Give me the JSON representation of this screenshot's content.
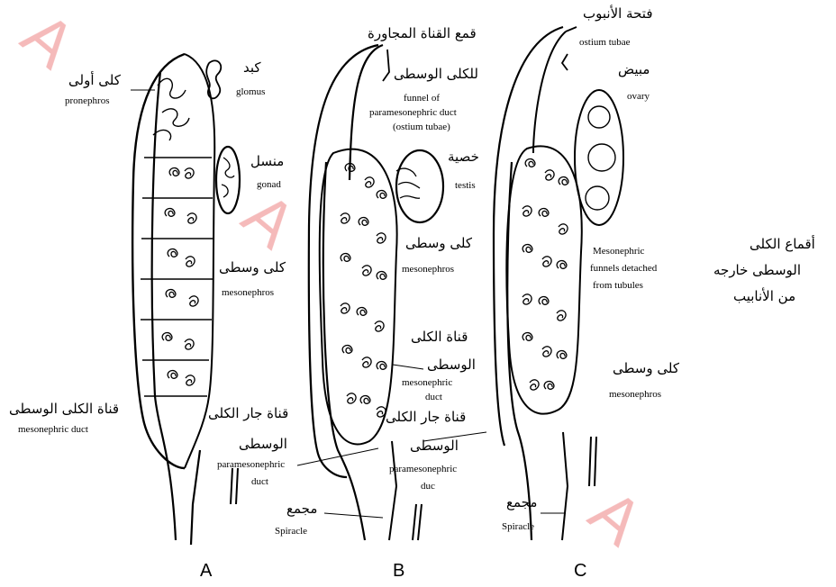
{
  "colors": {
    "ink": "#000000",
    "watermark": "#e23a3a",
    "paper": "#ffffff"
  },
  "watermark": {
    "text": "A"
  },
  "panels": [
    "A",
    "B",
    "C"
  ],
  "panel_a": {
    "pronephros_ar": "كلى أولى",
    "pronephros_en": "pronephros",
    "glomus_ar": "كبد",
    "glomus_en": "glomus",
    "gonad_ar": "منسل",
    "gonad_en": "gonad",
    "mesonephros_ar": "كلى وسطى",
    "mesonephros_en": "mesonephros",
    "duct_ar": "قناة الكلى الوسطى",
    "duct_en": "mesonephric duct"
  },
  "panel_b": {
    "funnel_ar_1": "قمع القناة المجاورة",
    "funnel_ar_2": "للكلى الوسطى",
    "funnel_en_1": "funnel of",
    "funnel_en_2": "paramesonephric duct",
    "funnel_en_3": "(ostium tubae)",
    "testis_ar": "خصية",
    "testis_en": "testis",
    "mesonephros_ar": "كلى وسطى",
    "mesonephros_en": "mesonephros",
    "meso_duct_ar_1": "قناة الكلى",
    "meso_duct_ar_2": "الوسطى",
    "meso_duct_en_1": "mesonephric",
    "meso_duct_en_2": "duct",
    "parameso_ar_1": "قناة جار الكلى",
    "parameso_ar_2": "الوسطى",
    "parameso_en_1": "paramesonephric",
    "parameso_en_2": "duct",
    "spiracle_ar": "مجمع",
    "spiracle_en": "Spiracle"
  },
  "panel_c": {
    "ostium_ar": "فتحة الأنبوب",
    "ostium_en": "ostium tubae",
    "ovary_ar": "مبيض",
    "ovary_en": "ovary",
    "funnels_en_1": "Mesonephric",
    "funnels_en_2": "funnels detached",
    "funnels_en_3": "from tubules",
    "funnels_ar_1": "أقماع الكلى",
    "funnels_ar_2": "الوسطى خارجه",
    "funnels_ar_3": "من الأنابيب",
    "mesonephros_ar": "كلى وسطى",
    "mesonephros_en": "mesonephros",
    "parameso_ar_1": "قناة جار الكلى",
    "parameso_ar_2": "الوسطى",
    "parameso_en_1": "paramesonephric",
    "parameso_en_2": "duc",
    "spiracle_ar": "مجمع",
    "spiracle_en": "Spiracle"
  }
}
